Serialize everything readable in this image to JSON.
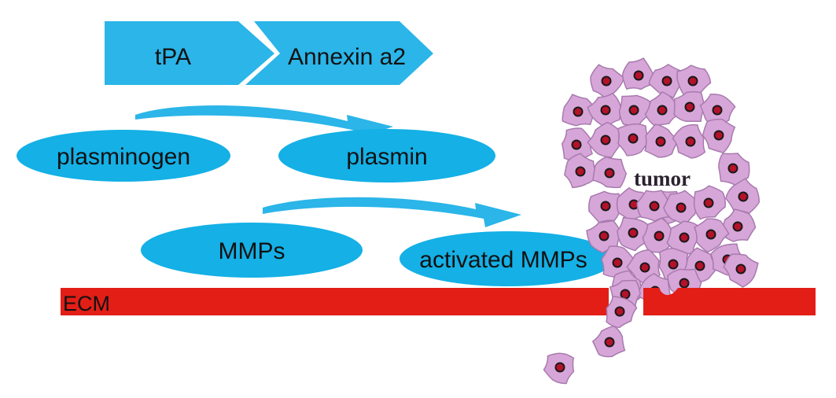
{
  "colors": {
    "arrow_fill": "#2bb5e8",
    "ellipse_fill": "#14b0e6",
    "ecm_fill": "#e21e17",
    "cell_fill": "#d7a6d9",
    "cell_edge": "#a77aad",
    "nucleus_fill": "#b3122a",
    "nucleus_ring": "#1a1a1a"
  },
  "chevrons": {
    "first_label": "tPA",
    "second_label": "Annexin a2"
  },
  "nodes": {
    "plasminogen": "plasminogen",
    "plasmin": "plasmin",
    "mmps": "MMPs",
    "activated_mmps": "activated MMPs"
  },
  "conversions": [
    {
      "from": "plasminogen",
      "to": "plasmin",
      "icon": "curved-arrow-icon"
    },
    {
      "from": "MMPs",
      "to": "activated MMPs",
      "icon": "curved-arrow-icon"
    }
  ],
  "ecm": {
    "label": "ECM"
  },
  "tumor": {
    "label": "tumor",
    "icon": "tumor-cell-cluster-icon"
  }
}
